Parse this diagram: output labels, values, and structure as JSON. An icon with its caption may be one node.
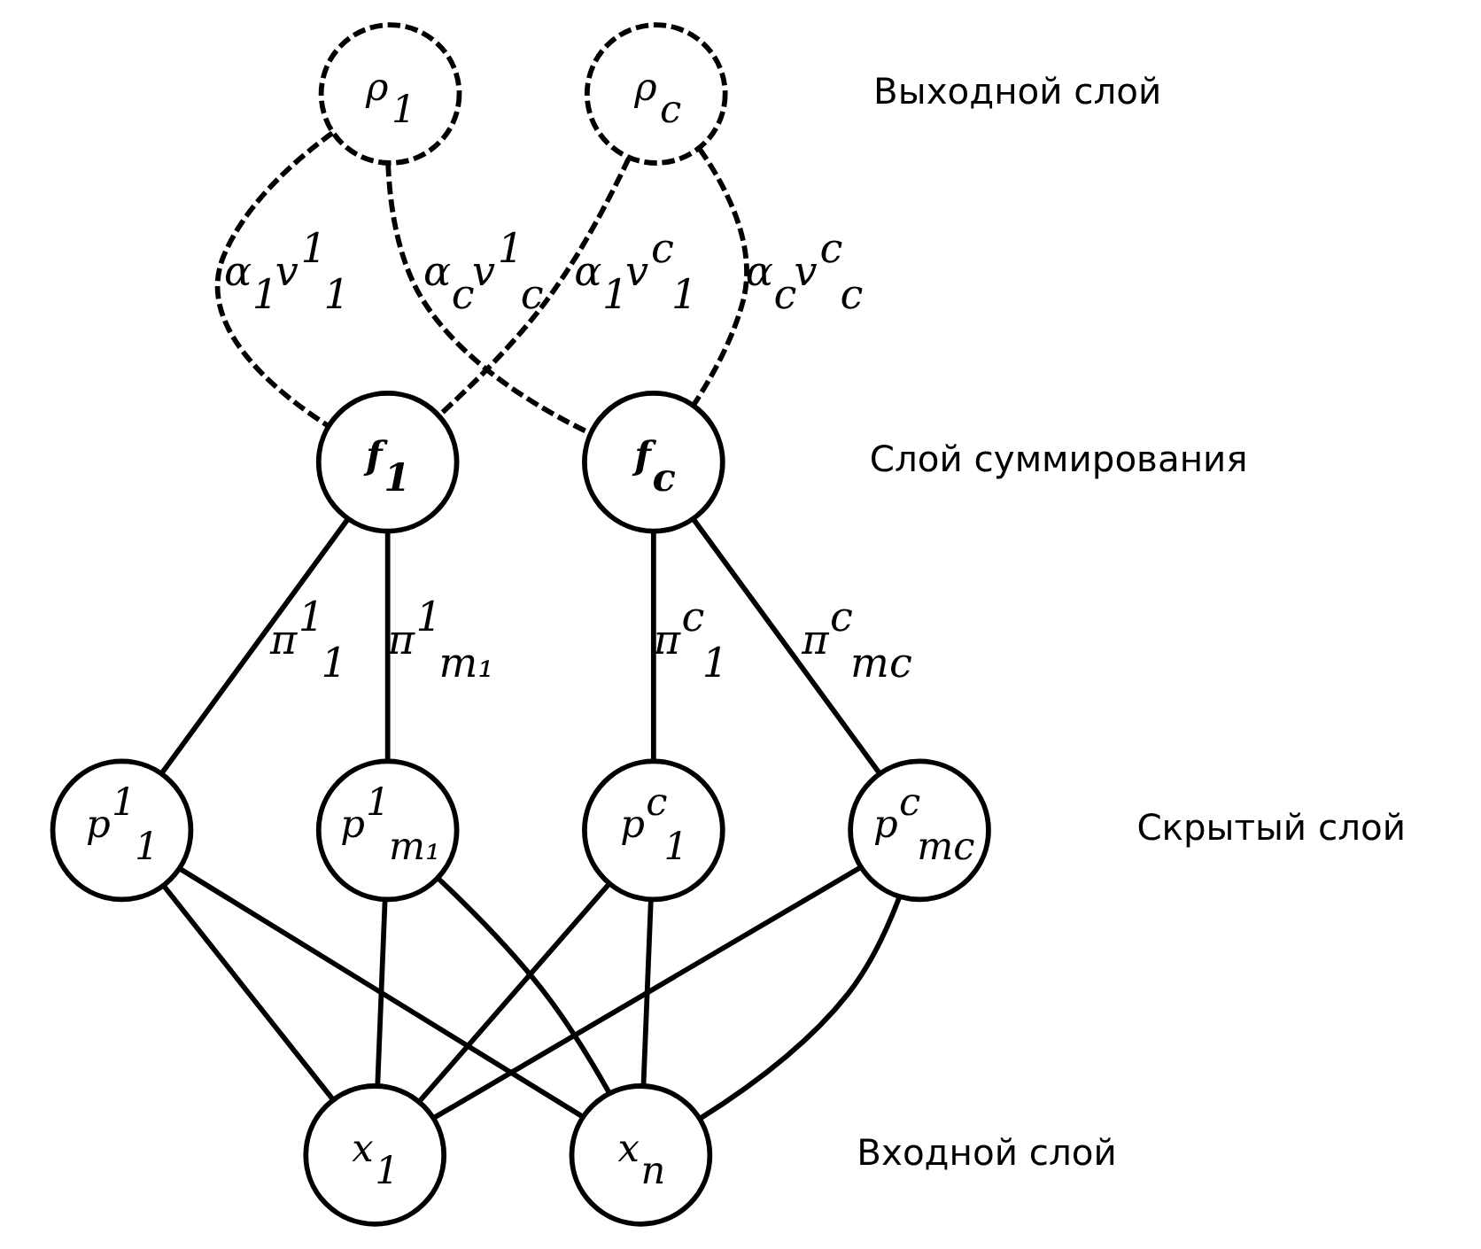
{
  "diagram": {
    "nodes": [
      {
        "text": [
          "ρ$_{1}$"
        ]
      },
      {
        "text": [
          "ρ$_{c}$"
        ]
      },
      {
        "text": [
          "f$_{1}$"
        ]
      },
      {
        "text": [
          "f$_{c}$"
        ]
      },
      {
        "text": [
          "p$^{1}$$_{1}$"
        ]
      },
      {
        "text": [
          "p$^{1}$$_{m₁}$"
        ]
      },
      {
        "text": [
          "p$^{c}$$_{1}$"
        ]
      },
      {
        "text": [
          "p$^{c}$$_{mc}$"
        ]
      },
      {
        "text": [
          "x$_{1}$"
        ]
      },
      {
        "text": [
          "x$_{n}$"
        ]
      }
    ],
    "edges": [
      {
        "from": 0,
        "to": 2,
        "arrow": "none",
        "style": "dashed",
        "label": "α$_{1}$v$^{1}$$_{1}$"
      },
      {
        "from": 0,
        "to": 3,
        "arrow": "none",
        "style": "dashed",
        "label": "α$_{c}$v$^{1}$$_{c}$"
      },
      {
        "from": 1,
        "to": 2,
        "arrow": "none",
        "style": "dashed",
        "label": "α$_{1}$v$^{c}$$_{1}$"
      },
      {
        "from": 1,
        "to": 3,
        "arrow": "none",
        "style": "dashed",
        "label": "α$_{c}$v$^{c}$$_{c}$"
      },
      {
        "from": 2,
        "to": 4,
        "arrow": "none",
        "label": "π$^{1}$$_{1}$"
      },
      {
        "from": 2,
        "to": 5,
        "arrow": "none",
        "label": "π$^{1}$$_{m₁}$"
      },
      {
        "from": 3,
        "to": 6,
        "arrow": "none",
        "label": "π$^{c}$$_{1}$"
      },
      {
        "from": 3,
        "to": 7,
        "arrow": "none",
        "label": "π$^{c}$$_{mc}$"
      },
      {
        "from": 4,
        "to": 8,
        "arrow": "none"
      },
      {
        "from": 4,
        "to": 9,
        "arrow": "none"
      },
      {
        "from": 5,
        "to": 8,
        "arrow": "none"
      },
      {
        "from": 5,
        "to": 9,
        "arrow": "none"
      },
      {
        "from": 6,
        "to": 8,
        "arrow": "none"
      },
      {
        "from": 6,
        "to": 9,
        "arrow": "none"
      },
      {
        "from": 7,
        "to": 8,
        "arrow": "none"
      },
      {
        "from": 7,
        "to": 9,
        "arrow": "none"
      }
    ],
    "labels": [
      "Выходной слой",
      "Слой суммирования",
      "Скрытый слой",
      "Входной слой"
    ]
  }
}
